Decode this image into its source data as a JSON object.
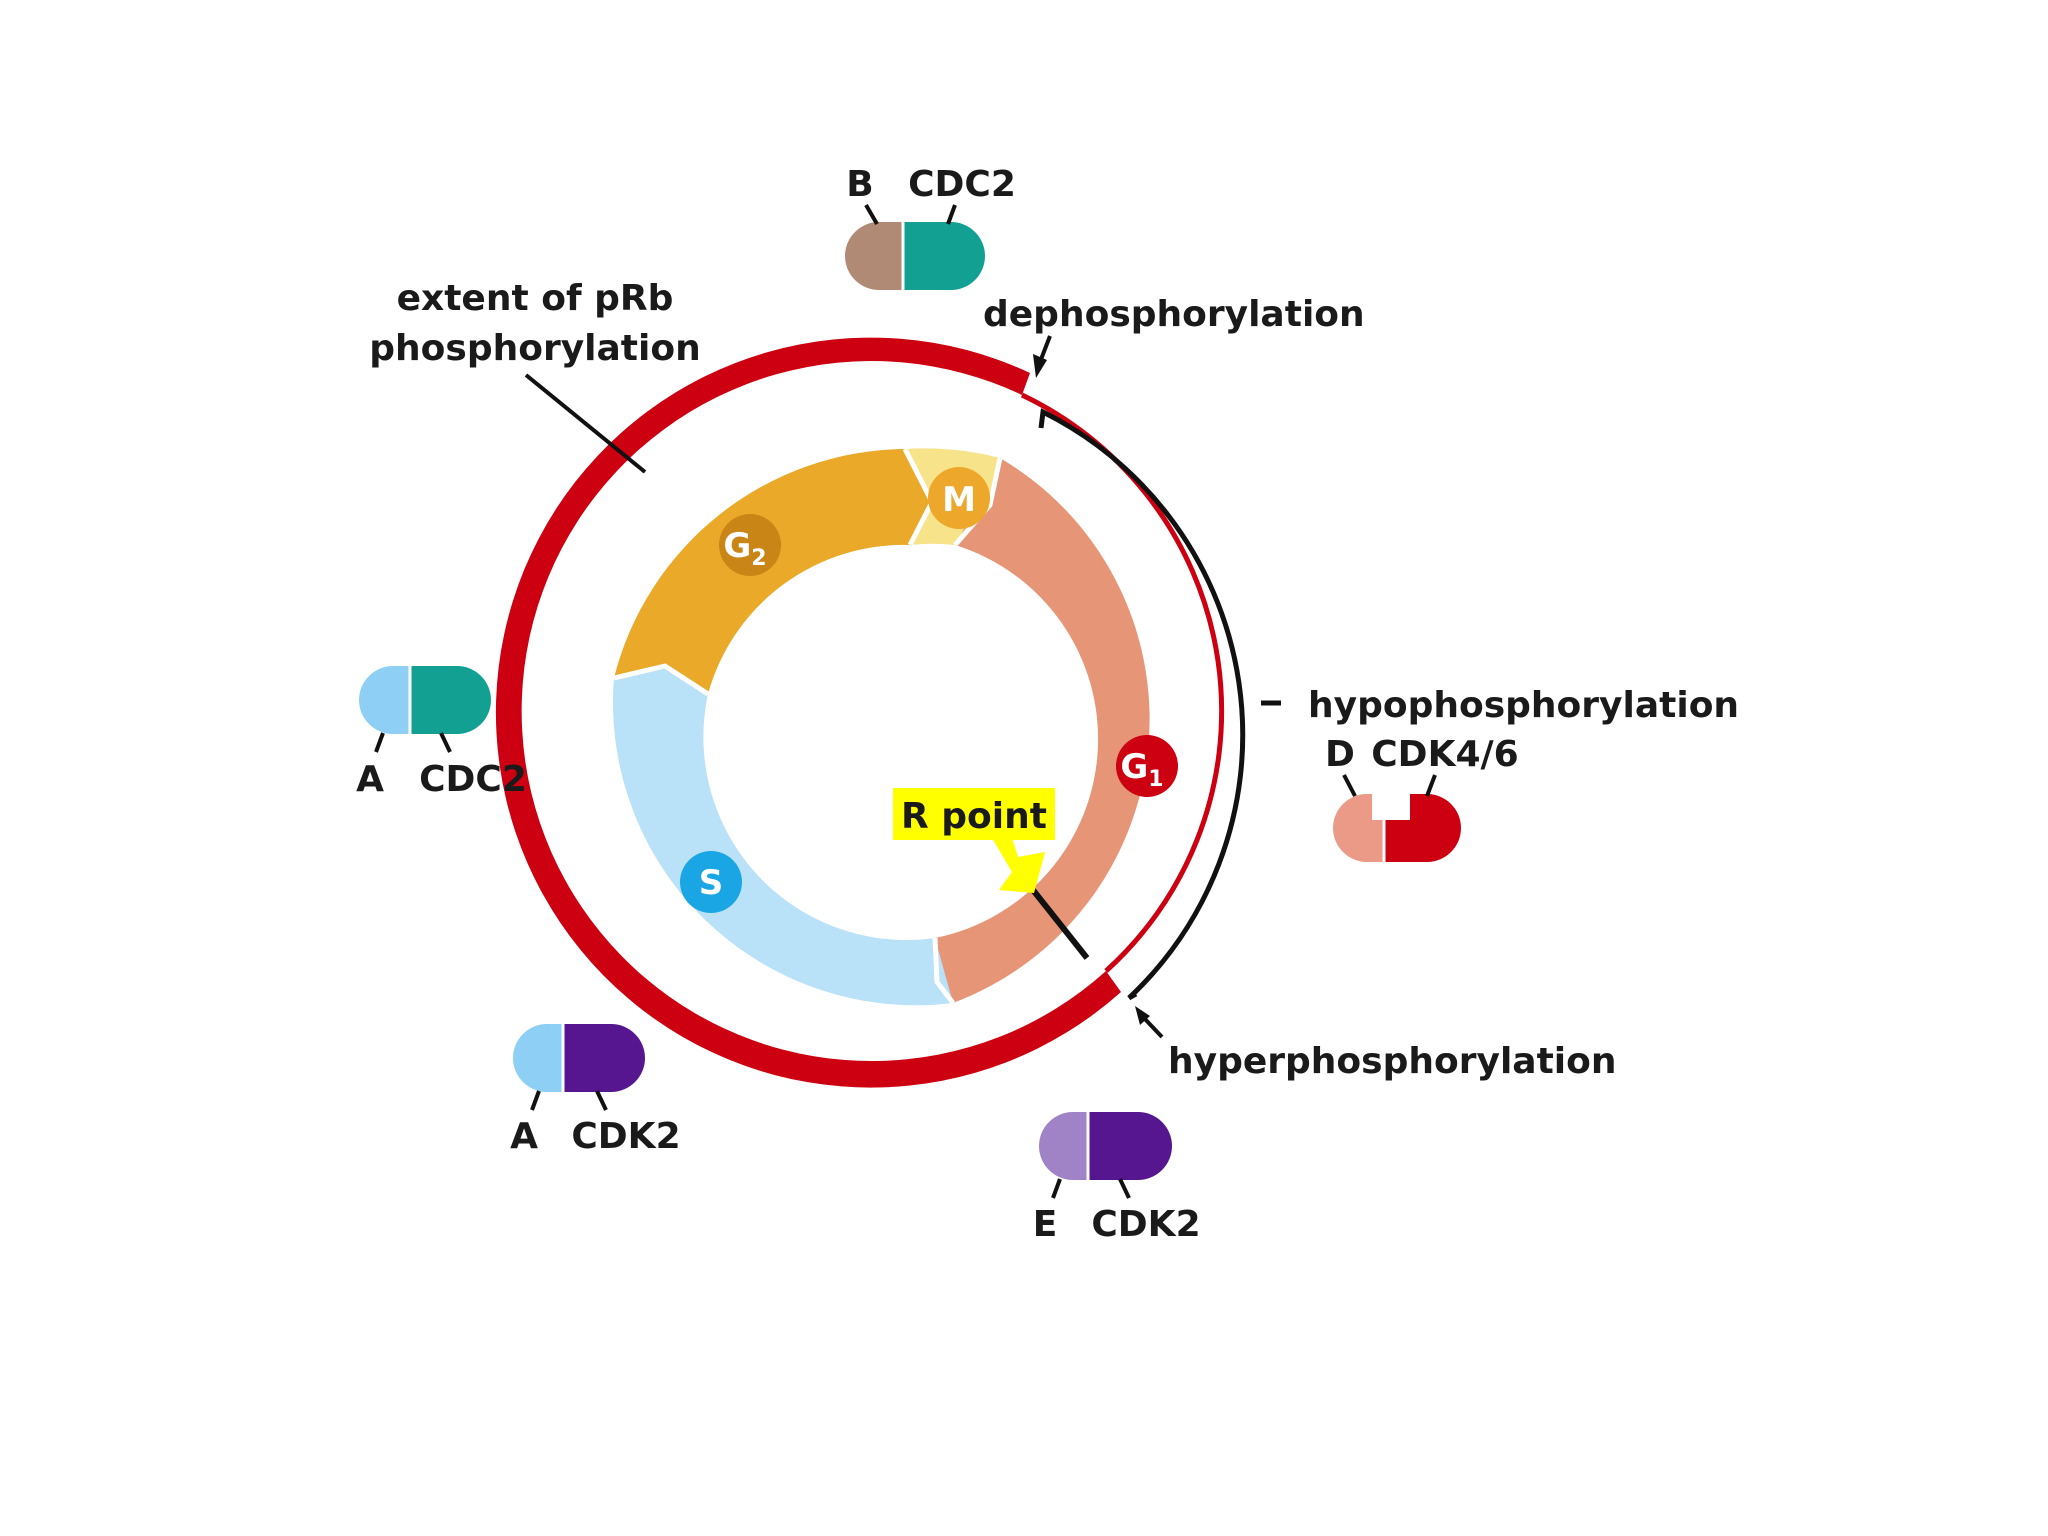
{
  "labels": {
    "extent_line1": "extent of pRb",
    "extent_line2": "phosphorylation",
    "dephosphorylation": "dephosphorylation",
    "hypophosphorylation": "hypophosphorylation",
    "hyperphosphorylation": "hyperphosphorylation",
    "r_point": "R point"
  },
  "phases": {
    "m": {
      "letter": "M",
      "sub": ""
    },
    "g2": {
      "letter": "G",
      "sub": "2"
    },
    "s": {
      "letter": "S",
      "sub": ""
    },
    "g1": {
      "letter": "G",
      "sub": "1"
    }
  },
  "complexes": {
    "b_cdc2": {
      "cyclin": "B",
      "kinase": "CDC2"
    },
    "a_cdc2": {
      "cyclin": "A",
      "kinase": "CDC2"
    },
    "a_cdk2": {
      "cyclin": "A",
      "kinase": "CDK2"
    },
    "e_cdk2": {
      "cyclin": "E",
      "kinase": "CDK2"
    },
    "d_cdk46": {
      "cyclin": "D",
      "kinase": "CDK4/6"
    }
  },
  "colors": {
    "prb_red": "#cc0011",
    "g1_salmon": "#e69577",
    "g2_orange": "#eaa928",
    "g2_badge": "#c98516",
    "m_yellow": "#f7e38a",
    "m_badge": "#eda82c",
    "s_blue": "#b9e1f7",
    "s_badge": "#1aa6e5",
    "rpoint_yellow": "#ffff00",
    "cdc2_teal": "#11a091",
    "cyclin_b_brown": "#b18a76",
    "cyclin_a_blue": "#8ecff5",
    "cdk2_purple": "#55168f",
    "cyclin_e_lilac": "#a083c6",
    "cyclin_d_salmon": "#ea9a86"
  }
}
